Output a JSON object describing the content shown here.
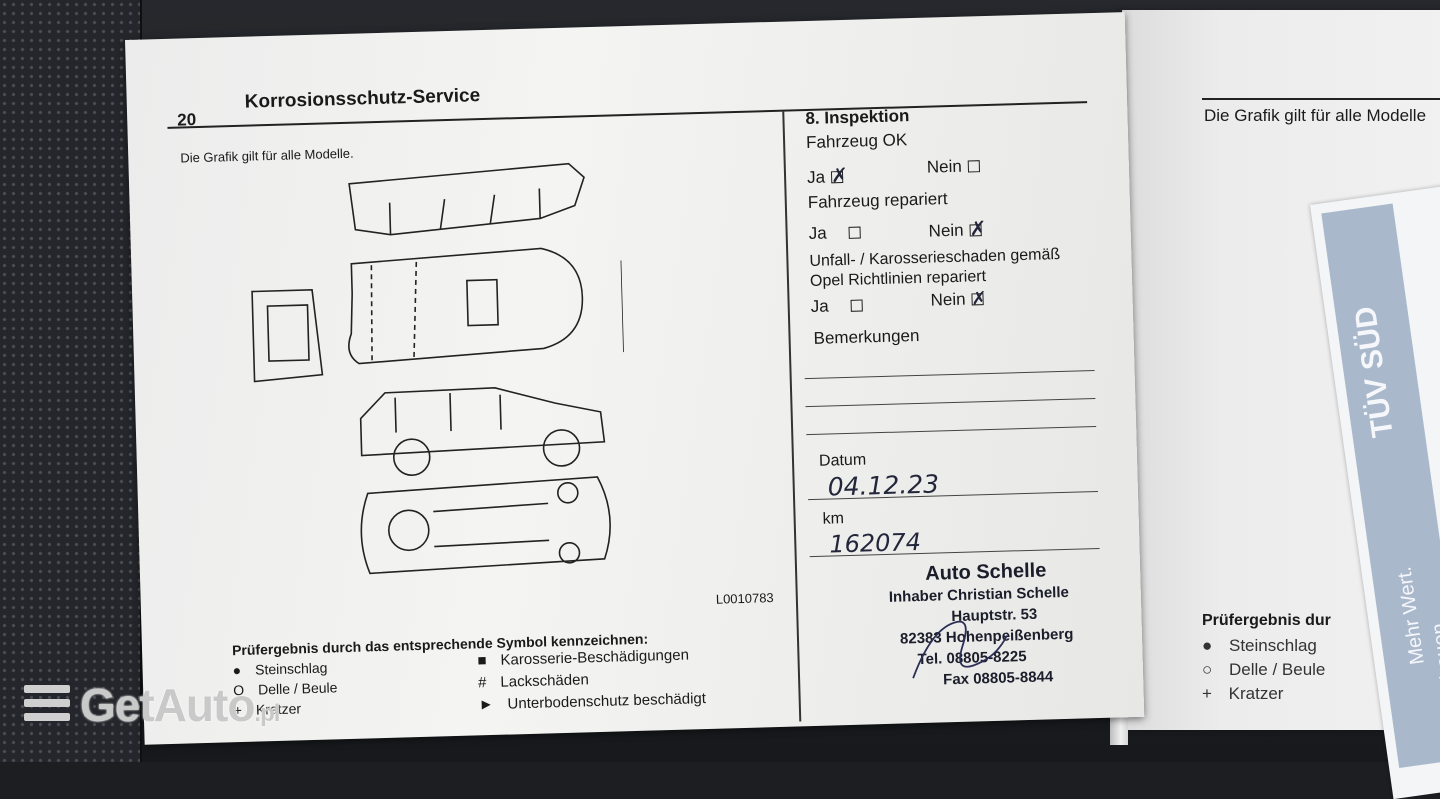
{
  "page_number": "20",
  "page_title": "Korrosionsschutz-Service",
  "graphic_note": "Die Grafik gilt für alle Modelle.",
  "diagram_code": "L0010783",
  "legend": {
    "heading": "Prüfergebnis durch das entsprechende Symbol kennzeichnen:",
    "left_items": [
      {
        "symbol": "●",
        "label": "Steinschlag"
      },
      {
        "symbol": "O",
        "label": "Delle / Beule"
      },
      {
        "symbol": "+",
        "label": "Kratzer"
      }
    ],
    "right_items": [
      {
        "symbol": "■",
        "label": "Karosserie-Beschädigungen"
      },
      {
        "symbol": "#",
        "label": "Lackschäden"
      },
      {
        "symbol": "►",
        "label": "Unterbodenschutz beschädigt"
      }
    ]
  },
  "inspection": {
    "title": "8. Inspektion",
    "q1": "Fahrzeug OK",
    "q2": "Fahrzeug repariert",
    "q3_line1": "Unfall- / Karosserieschaden gemäß",
    "q3_line2": "Opel Richtlinien repariert",
    "yes": "Ja",
    "no": "Nein",
    "remarks_label": "Bemerkungen",
    "date_label": "Datum",
    "date_value": "04.12.23",
    "km_label": "km",
    "km_value": "162074"
  },
  "stamp": {
    "line1": "Auto Schelle",
    "line2": "Inhaber Christian Schelle",
    "line3": "Hauptstr. 53",
    "line4": "82383 Hohenpeißenberg",
    "line5": "Tel. 08805-8225",
    "line6": "Fax 08805-8844"
  },
  "right_page": {
    "graphic_note": "Die Grafik gilt für alle Modelle",
    "legend_heading": "Prüfergebnis dur",
    "items": [
      "Steinschlag",
      "Delle / Beule",
      "Kratzer"
    ]
  },
  "ticket": {
    "brand": "TÜV SÜD",
    "slogan1": "Mehr Wert.",
    "slogan2": "Mehr Vertrauen."
  },
  "watermark": {
    "brand": "GetAuto",
    "tld": ".pl"
  }
}
